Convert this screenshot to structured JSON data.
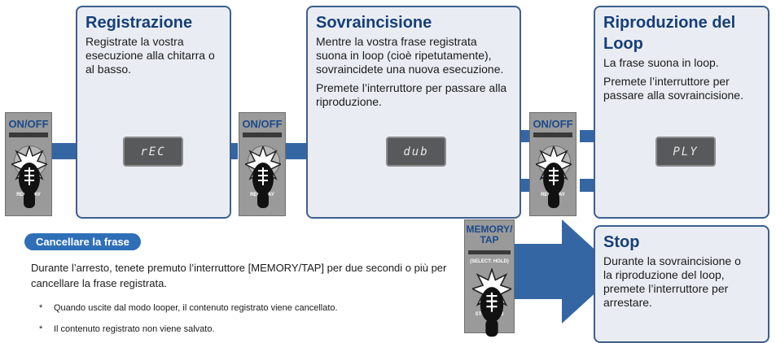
{
  "colors": {
    "box_bg": "#e9edf3",
    "box_border": "#3c5f8e",
    "title": "#173f77",
    "arrow": "#3566a4",
    "pill": "#2f6fb7",
    "lcd": "#58595b"
  },
  "steps": {
    "rec": {
      "title": "Registrazione",
      "desc": "Registrate la vostra esecuzione alla chitarra o al basso.",
      "lcd": "rEC"
    },
    "dub": {
      "title": "Sovraincisione",
      "desc": "Mentre la vostra frase registrata suona in loop (cioè ripetutamente), sovraincidete una nuova esecuzione.",
      "desc2": "Premete l’interruttore per passare alla riproduzione.",
      "lcd": "dub"
    },
    "play": {
      "title_line1": "Riproduzione del",
      "title_line2": "Loop",
      "desc": "La frase suona in loop.",
      "desc2": "Premete l’interruttore per passare alla sovraincisione.",
      "lcd": "PLY"
    },
    "stop": {
      "title": "Stop",
      "desc": "Durante la sovraincisione o la riproduzione del loop, premete l’interruttore per arrestare."
    }
  },
  "switches": {
    "onoff_label": "ON/OFF",
    "onoff_small": "REC    PLAY",
    "memory_label_1": "MEMORY/",
    "memory_label_2": "TAP",
    "memory_sel": "(SELECT: HOLD)",
    "memory_stop": "STOP    HOLD"
  },
  "erase": {
    "heading": "Cancellare la frase",
    "text": "Durante l’arresto, tenete premuto l’interruttore [MEMORY/TAP] per due secondi o più per cancellare la frase registrata.",
    "notes": [
      "Quando uscite dal modo looper, il contenuto registrato viene cancellato.",
      "Il contenuto registrato non viene salvato."
    ],
    "asterisk": "*"
  }
}
